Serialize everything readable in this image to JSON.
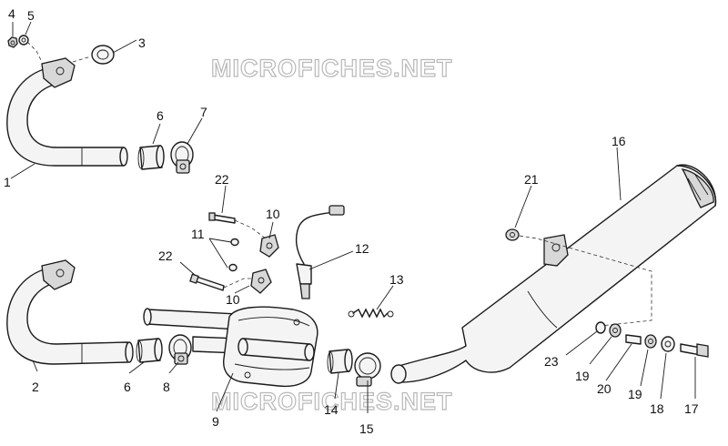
{
  "watermark": {
    "top": "MICROFICHES.NET",
    "bottom": "MICROFICHES.NET"
  },
  "callouts": {
    "c1": "1",
    "c2": "2",
    "c3": "3",
    "c4": "4",
    "c5": "5",
    "c6a": "6",
    "c6b": "6",
    "c7": "7",
    "c8": "8",
    "c9": "9",
    "c10a": "10",
    "c10b": "10",
    "c11": "11",
    "c12": "12",
    "c13": "13",
    "c14": "14",
    "c15": "15",
    "c16": "16",
    "c17": "17",
    "c18": "18",
    "c19a": "19",
    "c19b": "19",
    "c20": "20",
    "c21": "21",
    "c22a": "22",
    "c22b": "22",
    "c23": "23"
  }
}
